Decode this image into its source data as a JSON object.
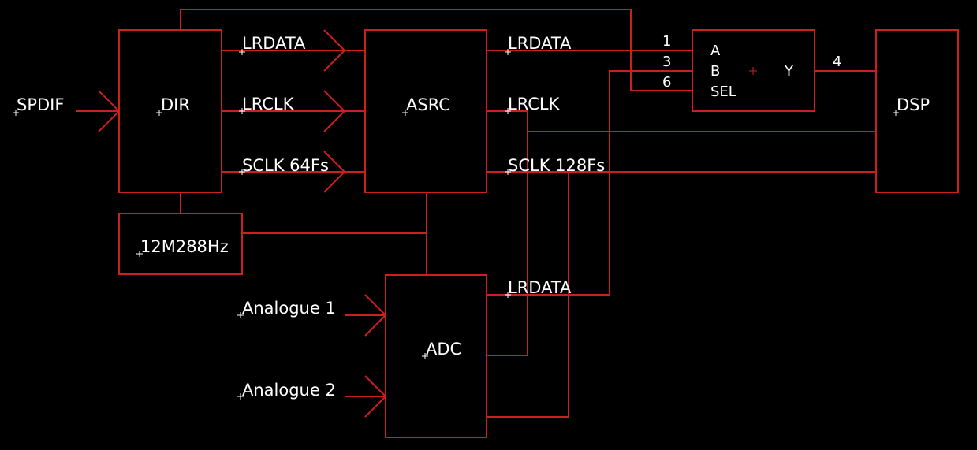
{
  "colors": {
    "background": "#000000",
    "wire": "#cc1f1f",
    "text": "#ffffff"
  },
  "blocks": {
    "dir": "DIR",
    "asrc": "ASRC",
    "osc": "12M288Hz",
    "adc": "ADC",
    "dsp": "DSP"
  },
  "mux": {
    "pin_a": "A",
    "pin_b": "B",
    "pin_sel": "SEL",
    "pin_y": "Y",
    "pin_num_a": "1",
    "pin_num_b": "3",
    "pin_num_sel": "6",
    "pin_num_y": "4"
  },
  "inputs": {
    "spdif": "SPDIF",
    "analogue1": "Analogue 1",
    "analogue2": "Analogue 2"
  },
  "signals": {
    "dir_lrdata": "LRDATA",
    "dir_lrclk": "LRCLK",
    "dir_sclk": "SCLK 64Fs",
    "asrc_lrdata": "LRDATA",
    "asrc_lrclk": "LRCLK",
    "asrc_sclk": "SCLK 128Fs",
    "adc_lrdata": "LRDATA"
  }
}
